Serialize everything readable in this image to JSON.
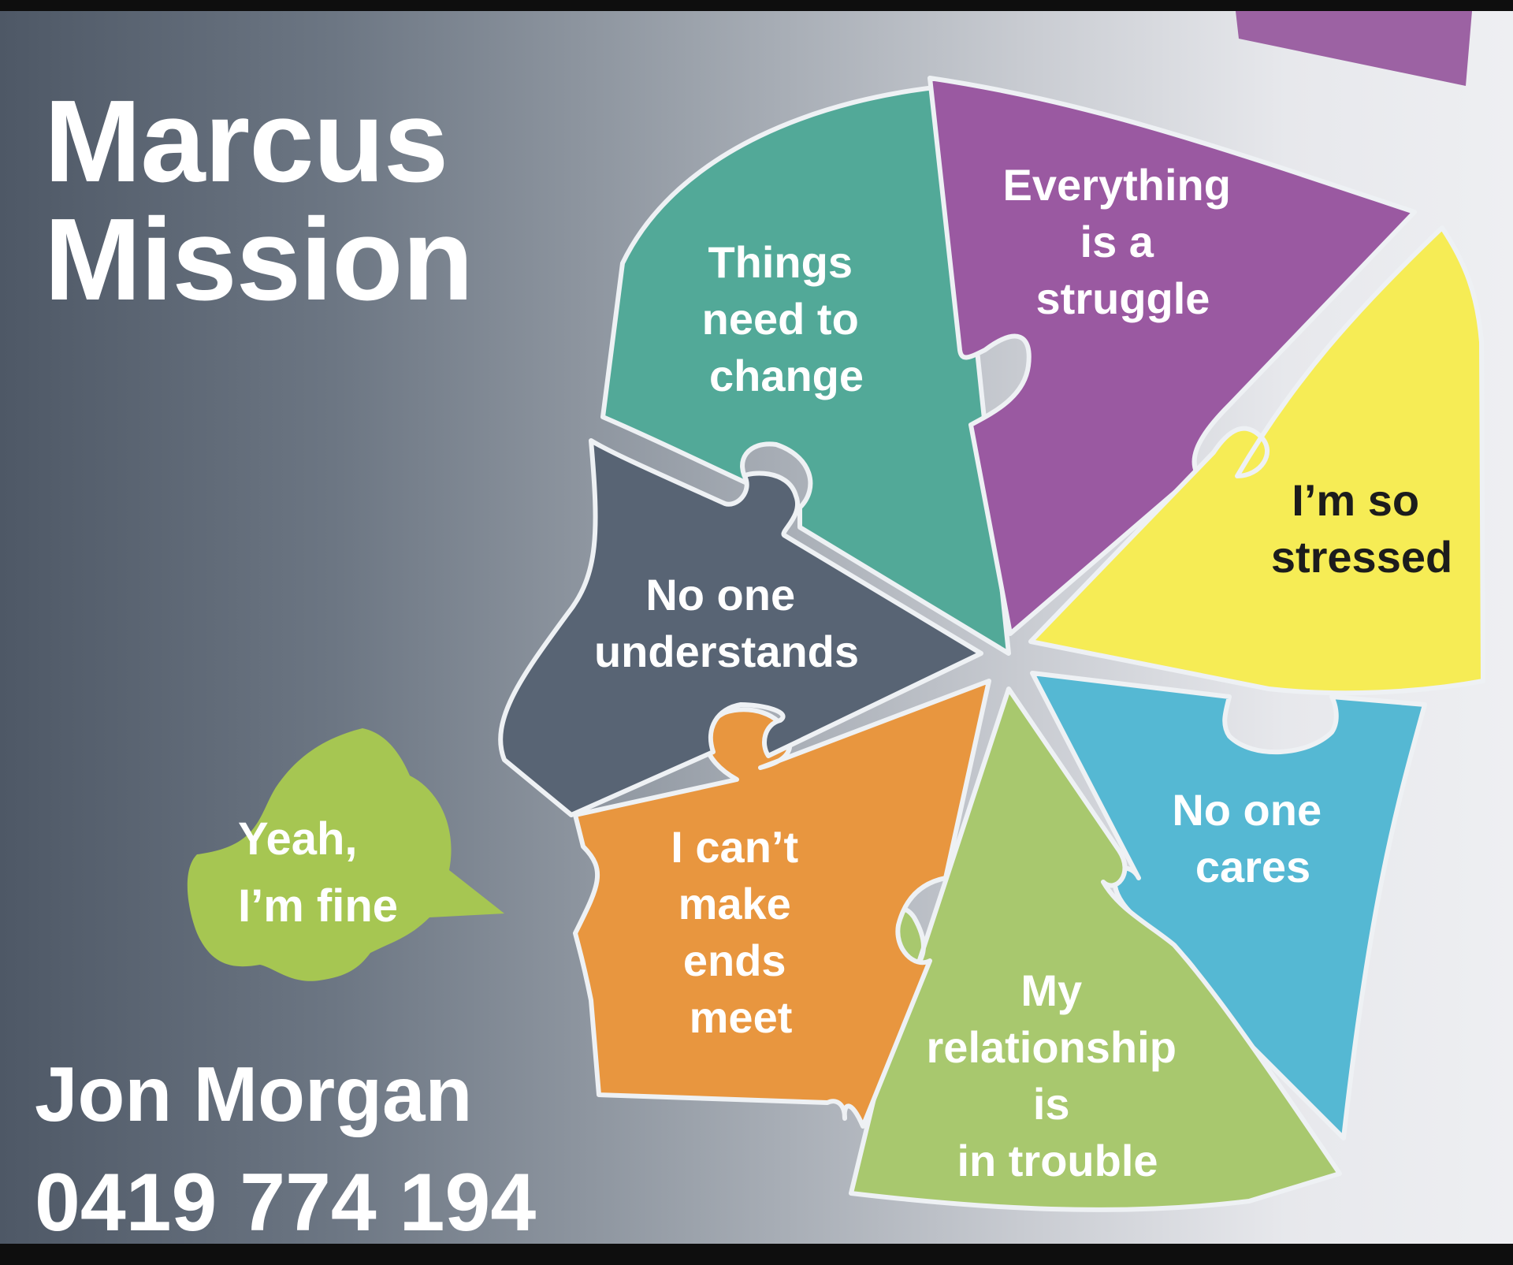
{
  "header": {
    "title_line1": "Marcus",
    "title_line2": "Mission"
  },
  "contact": {
    "name": "Jon Morgan",
    "phone": "0419 774 194"
  },
  "speech_bubble": {
    "line1": "Yeah,",
    "line2": "I’m fine",
    "color": "#a6c652"
  },
  "pieces": [
    {
      "id": "things-need-to-change",
      "lines": [
        "Things",
        "need to",
        "change"
      ],
      "color": "#52a998"
    },
    {
      "id": "everything-is-a-struggle",
      "lines": [
        "Everything",
        "is a",
        "struggle"
      ],
      "color": "#9a59a1"
    },
    {
      "id": "im-so-stressed",
      "lines": [
        "I’m so",
        "stressed"
      ],
      "color": "#f6ec55"
    },
    {
      "id": "no-one-cares",
      "lines": [
        "No one",
        "cares"
      ],
      "color": "#55b8d3"
    },
    {
      "id": "my-relationship-is-in-trouble",
      "lines": [
        "My",
        "relationship",
        "is",
        "in trouble"
      ],
      "color": "#a8c86e"
    },
    {
      "id": "i-cant-make-ends-meet",
      "lines": [
        "I can’t",
        "make",
        "ends",
        "meet"
      ],
      "color": "#e8963f"
    },
    {
      "id": "no-one-understands",
      "lines": [
        "No one",
        "understands"
      ],
      "color": "#586474"
    }
  ],
  "corner_tab_color": "#9c62a3"
}
